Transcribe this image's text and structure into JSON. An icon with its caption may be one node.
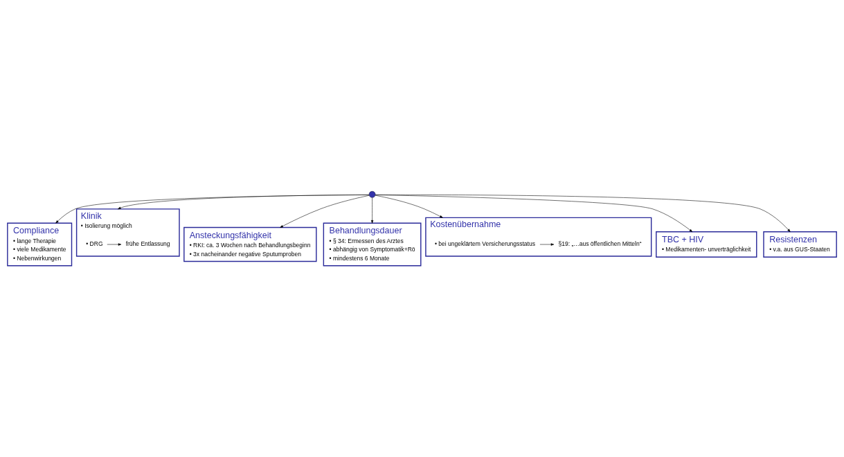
{
  "diagram": {
    "nodes": [
      {
        "text": [
          "Compliance",
          "• lange Therapie",
          "• viele Medikamente",
          "• Nebenwirkungen"
        ]
      },
      {
        "text": [
          "Klinik",
          "• Isolierung möglich"
        ]
      },
      {
        "text": [
          "• DRG"
        ],
        "in": 1
      },
      {
        "text": [
          "frühe Entlassung"
        ],
        "in": 1
      },
      {
        "text": [
          "Ansteckungsfähigkeit",
          "• RKI: ca. 3 Wochen nach Behandlungsbeginn",
          "• 3x nacheinander negative Sputumproben"
        ]
      },
      {
        "text": [
          "Behandlungsdauer",
          "• § 34: Ermessen des Arztes",
          "• abhängig von Symptomatik+Rö",
          "• mindestens 6 Monate"
        ]
      },
      {
        "text": [],
        "shape": "circle"
      },
      {
        "text": [
          "Kostenübernahme"
        ]
      },
      {
        "text": [
          "• bei ungeklärtem Versicherungsstatus"
        ],
        "in": 7
      },
      {
        "text": [
          "§19: „…aus öffentlichen Mitteln“"
        ],
        "in": 7
      },
      {
        "text": [
          "TBC + HIV",
          "• Medikamenten- unverträglichkeit"
        ]
      },
      {
        "text": [
          "Resistenzen",
          "• v.a. aus GUS-Staaten"
        ]
      }
    ],
    "edges": [
      {
        "from": 6,
        "to": 0,
        "arrow": "to"
      },
      {
        "from": 6,
        "to": 1,
        "arrow": "to"
      },
      {
        "from": 2,
        "to": 3,
        "arrow": "to"
      },
      {
        "from": 6,
        "to": 4,
        "arrow": "to"
      },
      {
        "from": 6,
        "to": 5,
        "arrow": "to"
      },
      {
        "from": 6,
        "to": 7,
        "arrow": "to"
      },
      {
        "from": 8,
        "to": 9,
        "arrow": "to"
      },
      {
        "from": 6,
        "to": 10,
        "arrow": "to"
      },
      {
        "from": 6,
        "to": 11,
        "arrow": "to"
      }
    ]
  }
}
